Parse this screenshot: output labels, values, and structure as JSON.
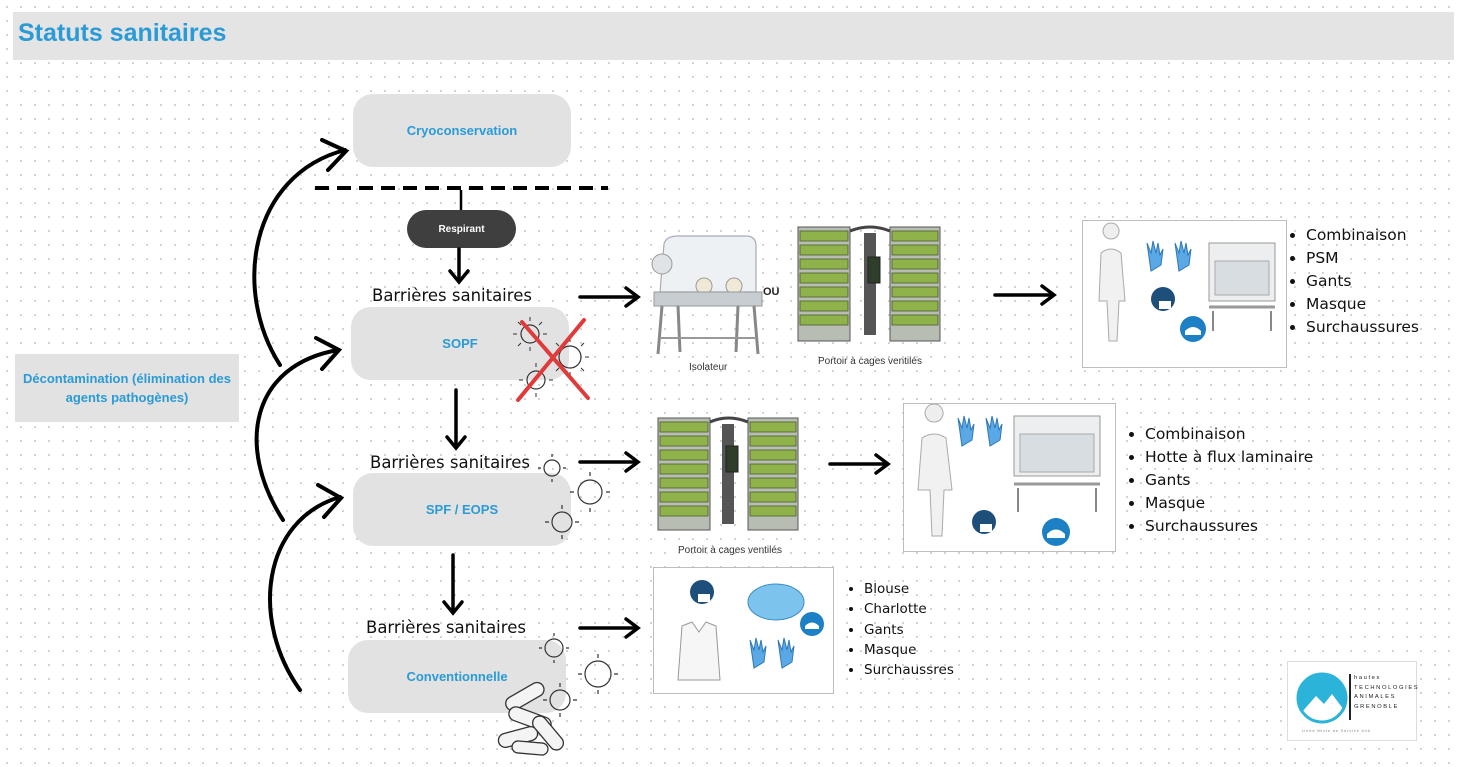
{
  "header": {
    "title": "Statuts sanitaires"
  },
  "stages": {
    "cryo": "Cryoconservation",
    "sopf": "SOPF",
    "spf": "SPF / EOPS",
    "conv": "Conventionnelle"
  },
  "decontamination": {
    "label": "Décontamination (élimination des agents pathogènes)"
  },
  "respirant": "Respirant",
  "barrier_label": "Barrières sanitaires",
  "captions": {
    "isolateur": "Isolateur",
    "portoir_top": "Portoir à cages ventilés",
    "portoir_mid": "Portoir à cages ventilés",
    "ou": "OU"
  },
  "lists": {
    "sopf": [
      "Combinaison",
      "PSM",
      "Gants",
      "Masque",
      "Surchaussures"
    ],
    "spf": [
      "Combinaison",
      "Hotte à flux laminaire",
      "Gants",
      "Masque",
      "Surchaussures"
    ],
    "conv": [
      "Blouse",
      "Charlotte",
      "Gants",
      "Masque",
      "Surchaussres"
    ]
  },
  "logo": {
    "lines": [
      "hautes",
      "TECHNOLOGIES",
      "ANIMALES",
      "GRENOBLE"
    ],
    "footer": "Unité Mixte de Service #46"
  },
  "colors": {
    "accent": "#2a9bd6",
    "stage_bg": "#e2e2e2",
    "pill": "#3f3f3f",
    "cross": "#e03a3a"
  }
}
